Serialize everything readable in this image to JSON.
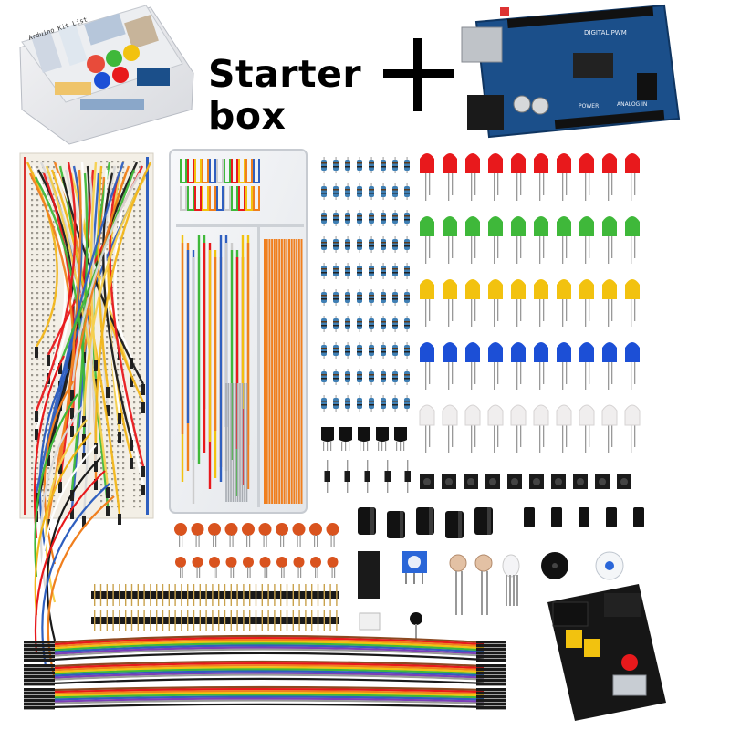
{
  "caption": {
    "line1": "Starter",
    "line2": "box"
  },
  "box_label": "Arduino Kit List",
  "board_labels": {
    "brand": "DIGITAL PWM",
    "power": "POWER",
    "analog": "ANALOG IN"
  },
  "colors": {
    "red_led": "#e8191c",
    "green_led": "#3fb83a",
    "yellow_led": "#f2c20f",
    "blue_led": "#1c4fd6",
    "white_led": "#f0eeee",
    "board": "#1b4f8a",
    "resistor": "#3f7fb4",
    "capacitor": "#d9531e",
    "breadboard": "#f3efe6"
  },
  "icons": {
    "plus": "plus-icon"
  }
}
